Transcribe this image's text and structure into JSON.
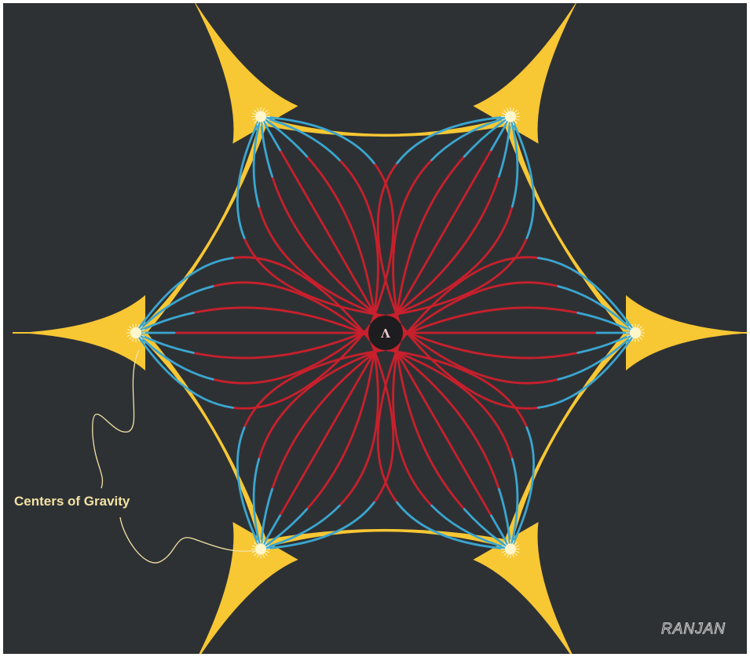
{
  "diagram": {
    "center_symbol": "Λ",
    "annotation_label": "Centers of Gravity",
    "signature": "RANJAN",
    "node_count": 6,
    "lines_per_node": 7,
    "colors": {
      "background": "#2e3134",
      "frame": "#ffffff",
      "web": "#f7c734",
      "field_line_red": "#c8202c",
      "field_line_blue": "#3aa6d0",
      "hub": "#1d1d1f",
      "center_symbol": "#f0c8c8",
      "node_glow": "#fff6cc",
      "annotation": "#f3e3a4",
      "signature": "#d9d9d9"
    }
  }
}
